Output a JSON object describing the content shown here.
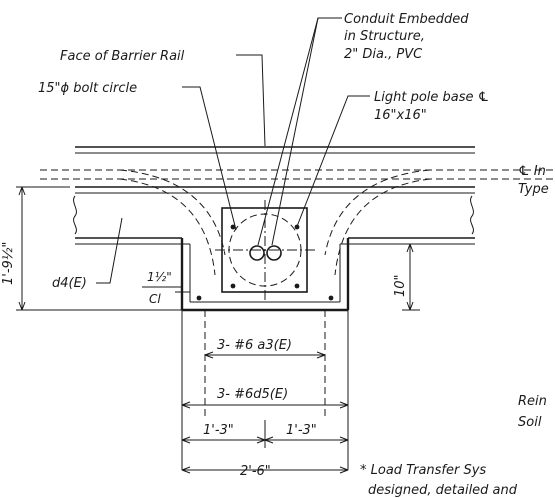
{
  "labels": {
    "conduit_line1": "Conduit Embedded",
    "conduit_line2": "in Structure,",
    "conduit_line3": "2\" Dia., PVC",
    "face_of_barrier": "Face of Barrier Rail",
    "bolt_circle": "15\"ϕ bolt circle",
    "light_pole_line1": "Light pole base ℄",
    "light_pole_line2": "16\"x16\"",
    "cl_line1": "℄ In",
    "cl_line2": "Type",
    "d4e": "d4(E)",
    "clear_value": "1½\"",
    "clear_text": "Cl",
    "a3e": "3- #6  a3(E)",
    "d5e": "3- #6d5(E)",
    "dim_left_half": "1'-3\"",
    "dim_right_half": "1'-3\"",
    "dim_total": "2'-6\"",
    "dim_height": "1'-9½\"",
    "dim_ten": "10\"",
    "rein": "Rein",
    "soil": "Soil",
    "note_line1": "* Load Transfer Sys",
    "note_line2": "designed, detailed and"
  }
}
